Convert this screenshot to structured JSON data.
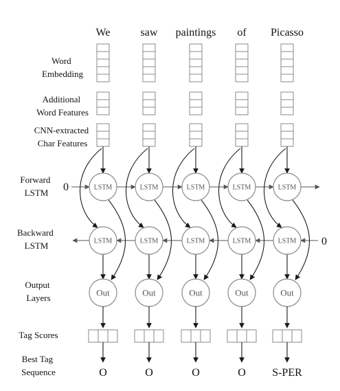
{
  "words": [
    "We",
    "saw",
    "paintings",
    "of",
    "Picasso"
  ],
  "row_labels": {
    "word_embedding": [
      "Word",
      "Embedding"
    ],
    "additional_features": [
      "Additional",
      "Word Features"
    ],
    "cnn_features": [
      "CNN-extracted",
      "Char Features"
    ],
    "forward_lstm": [
      "Forward",
      "LSTM"
    ],
    "backward_lstm": [
      "Backward",
      "LSTM"
    ],
    "output_layers": [
      "Output",
      "Layers"
    ],
    "tag_scores": [
      "Tag Scores"
    ],
    "best_tag_sequence": [
      "Best Tag",
      "Sequence"
    ]
  },
  "node_labels": {
    "lstm": "LSTM",
    "out": "Out"
  },
  "initial_state": {
    "forward": "0",
    "backward": "0"
  },
  "tags": [
    "O",
    "O",
    "O",
    "O",
    "S-PER"
  ],
  "colors": {
    "stroke": "#8a8a8a",
    "arrow": "#1a1a1a",
    "text": "#111111",
    "node_fill": "#ffffff"
  }
}
